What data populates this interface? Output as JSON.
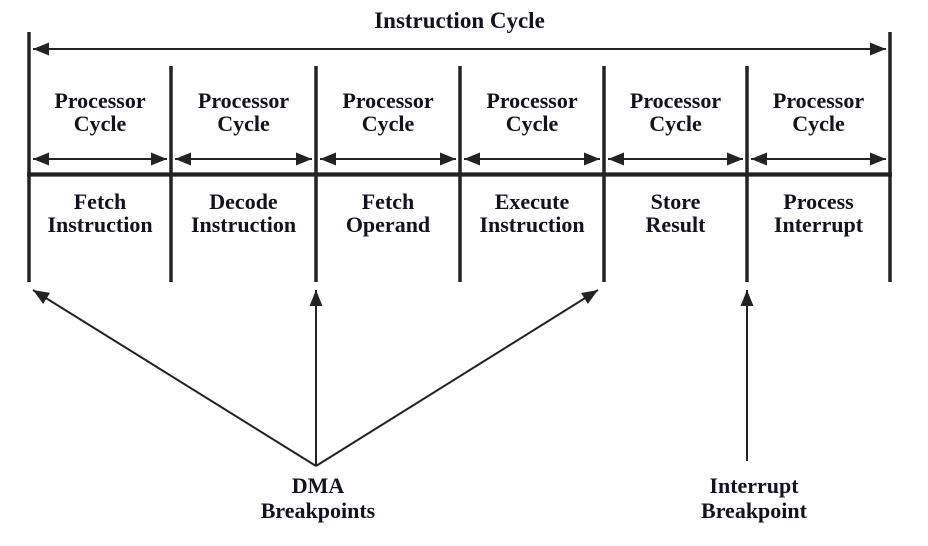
{
  "title": "Instruction Cycle",
  "columns": [
    {
      "cycle": {
        "line1": "Processor",
        "line2": "Cycle"
      },
      "stage": {
        "line1": "Fetch",
        "line2": "Instruction"
      }
    },
    {
      "cycle": {
        "line1": "Processor",
        "line2": "Cycle"
      },
      "stage": {
        "line1": "Decode",
        "line2": "Instruction"
      }
    },
    {
      "cycle": {
        "line1": "Processor",
        "line2": "Cycle"
      },
      "stage": {
        "line1": "Fetch",
        "line2": "Operand"
      }
    },
    {
      "cycle": {
        "line1": "Processor",
        "line2": "Cycle"
      },
      "stage": {
        "line1": "Execute",
        "line2": "Instruction"
      }
    },
    {
      "cycle": {
        "line1": "Processor",
        "line2": "Cycle"
      },
      "stage": {
        "line1": "Store",
        "line2": "Result"
      }
    },
    {
      "cycle": {
        "line1": "Processor",
        "line2": "Cycle"
      },
      "stage": {
        "line1": "Process",
        "line2": "Interrupt"
      }
    }
  ],
  "callouts": {
    "dma": {
      "line1": "DMA",
      "line2": "Breakpoints"
    },
    "interrupt": {
      "line1": "Interrupt",
      "line2": "Breakpoint"
    }
  },
  "colors": {
    "ink": "#232323",
    "text": "#121220",
    "background": "#ffffff"
  }
}
